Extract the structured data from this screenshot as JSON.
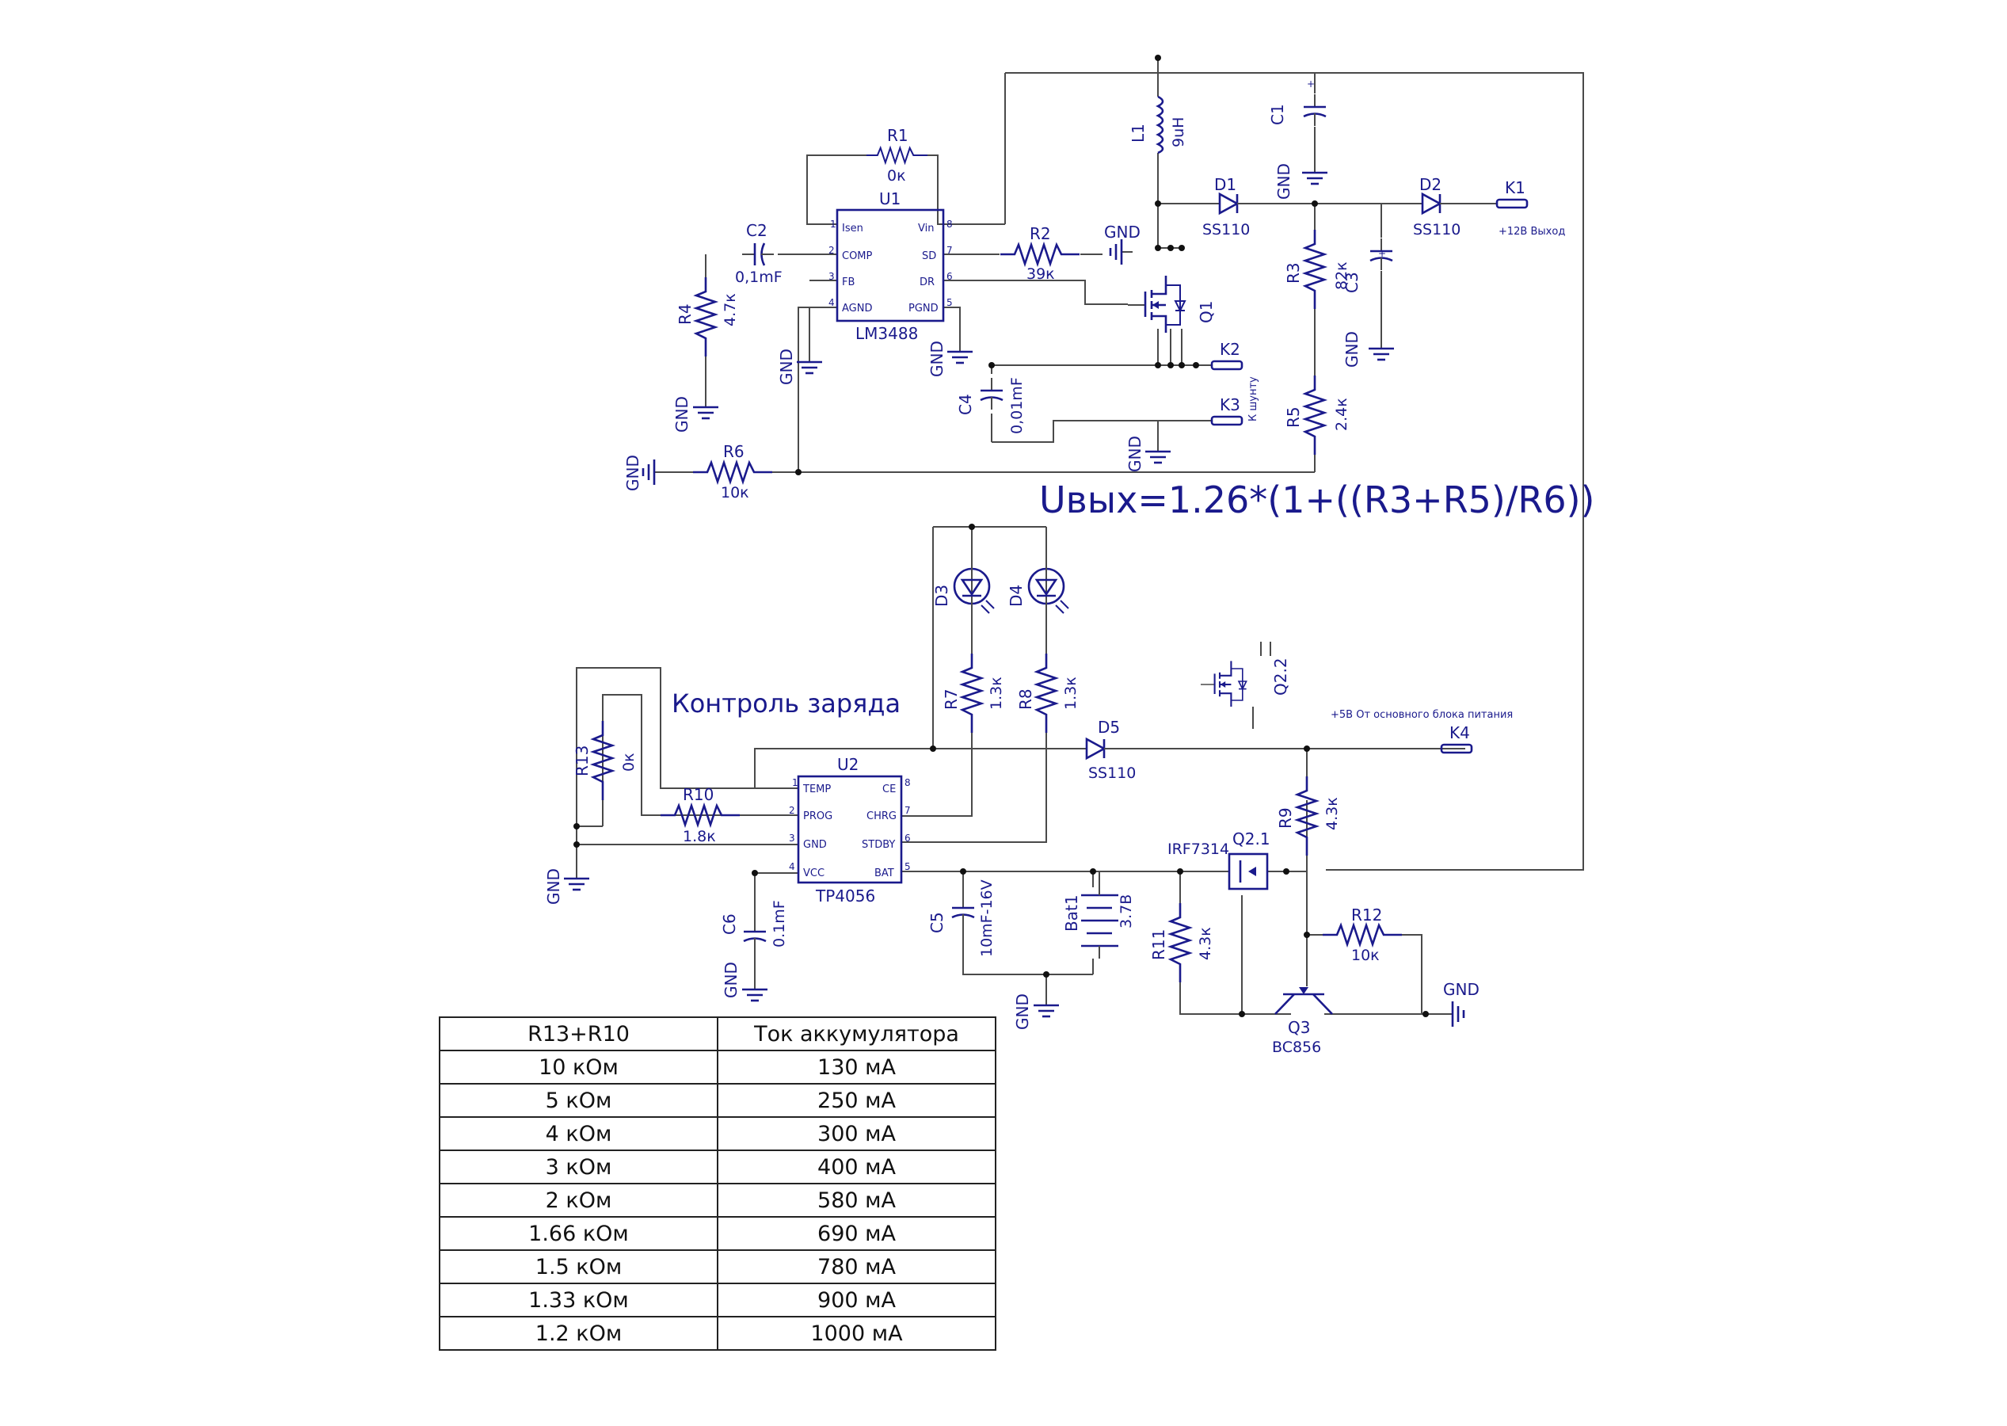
{
  "formula": "Uвых=1.26*(1+((R3+R5)/R6))",
  "section_title": "Контроль заряда",
  "grounds": "GND",
  "ics": [
    {
      "ref": "U1",
      "part": "LM3488",
      "pins": [
        "Isen",
        "COMP",
        "FB",
        "AGND",
        "Vin",
        "SD",
        "DR",
        "PGND"
      ]
    },
    {
      "ref": "U2",
      "part": "TP4056",
      "pins": [
        "TEMP",
        "PROG",
        "GND",
        "VCC",
        "CE",
        "CHRG",
        "STDBY",
        "BAT"
      ]
    }
  ],
  "components": [
    {
      "ref": "R1",
      "value": "0к"
    },
    {
      "ref": "R2",
      "value": "39к"
    },
    {
      "ref": "R3",
      "value": "82к"
    },
    {
      "ref": "R4",
      "value": "4.7к"
    },
    {
      "ref": "R5",
      "value": "2.4к"
    },
    {
      "ref": "R6",
      "value": "10к"
    },
    {
      "ref": "R7",
      "value": "1.3к"
    },
    {
      "ref": "R8",
      "value": "1.3к"
    },
    {
      "ref": "R9",
      "value": "4.3к"
    },
    {
      "ref": "R10",
      "value": "1.8к"
    },
    {
      "ref": "R11",
      "value": "4.3к"
    },
    {
      "ref": "R12",
      "value": "10к"
    },
    {
      "ref": "R13",
      "value": "0к"
    },
    {
      "ref": "C1",
      "value": ""
    },
    {
      "ref": "C2",
      "value": "0,1mF"
    },
    {
      "ref": "C3",
      "value": ""
    },
    {
      "ref": "C4",
      "value": "0,01mF"
    },
    {
      "ref": "C5",
      "value": "10mF-16V"
    },
    {
      "ref": "C6",
      "value": "0.1mF"
    },
    {
      "ref": "L1",
      "value": "9uH"
    },
    {
      "ref": "D1",
      "value": "SS110"
    },
    {
      "ref": "D2",
      "value": "SS110"
    },
    {
      "ref": "D3",
      "value": ""
    },
    {
      "ref": "D4",
      "value": ""
    },
    {
      "ref": "D5",
      "value": "SS110"
    },
    {
      "ref": "Q1",
      "value": ""
    },
    {
      "ref": "Q2.1",
      "value": "IRF7314"
    },
    {
      "ref": "Q2.2",
      "value": ""
    },
    {
      "ref": "Q3",
      "value": "BC856"
    },
    {
      "ref": "Bat1",
      "value": "3.7В"
    }
  ],
  "connectors": [
    {
      "ref": "K1",
      "label": "+12В Выход"
    },
    {
      "ref": "K2",
      "label": ""
    },
    {
      "ref": "K3",
      "label": "К шунту"
    },
    {
      "ref": "K4",
      "label": "+5В От основного блока питания"
    }
  ],
  "table": {
    "headers": [
      "R13+R10",
      "Ток аккумулятора"
    ],
    "rows": [
      [
        "10 кОм",
        "130 мА"
      ],
      [
        "5 кОм",
        "250 мА"
      ],
      [
        "4 кОм",
        "300 мА"
      ],
      [
        "3 кОм",
        "400 мА"
      ],
      [
        "2 кОм",
        "580 мА"
      ],
      [
        "1.66 кОм",
        "690 мА"
      ],
      [
        "1.5 кОм",
        "780 мА"
      ],
      [
        "1.33 кОм",
        "900 мА"
      ],
      [
        "1.2 кОм",
        "1000 мА"
      ]
    ]
  }
}
